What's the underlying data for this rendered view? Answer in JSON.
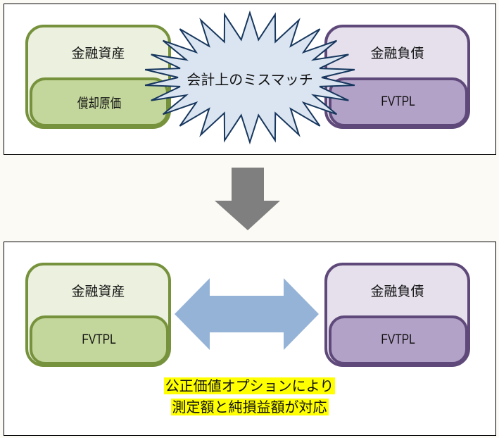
{
  "colors": {
    "asset_border": "#76923c",
    "asset_fill": "#ebf1de",
    "asset_inner_fill": "#c3d69b",
    "liability_border": "#5f497a",
    "liability_fill": "#e5e0ec",
    "liability_inner_fill": "#b2a2c7",
    "burst_fill": "#dbe5f1",
    "burst_stroke": "#17375e",
    "down_arrow": "#7f7f7f",
    "double_arrow": "#95b3d7",
    "highlight": "#ffff00"
  },
  "before": {
    "asset": {
      "title": "金融資産",
      "measurement": "償却原価"
    },
    "liability": {
      "title": "金融負債",
      "measurement": "FVTPL"
    },
    "burst_label": "会計上のミスマッチ"
  },
  "after": {
    "asset": {
      "title": "金融資産",
      "measurement": "FVTPL"
    },
    "liability": {
      "title": "金融負債",
      "measurement": "FVTPL"
    },
    "note_lines": [
      "公正価値オプションにより",
      "測定額と純損益額が対応"
    ]
  }
}
